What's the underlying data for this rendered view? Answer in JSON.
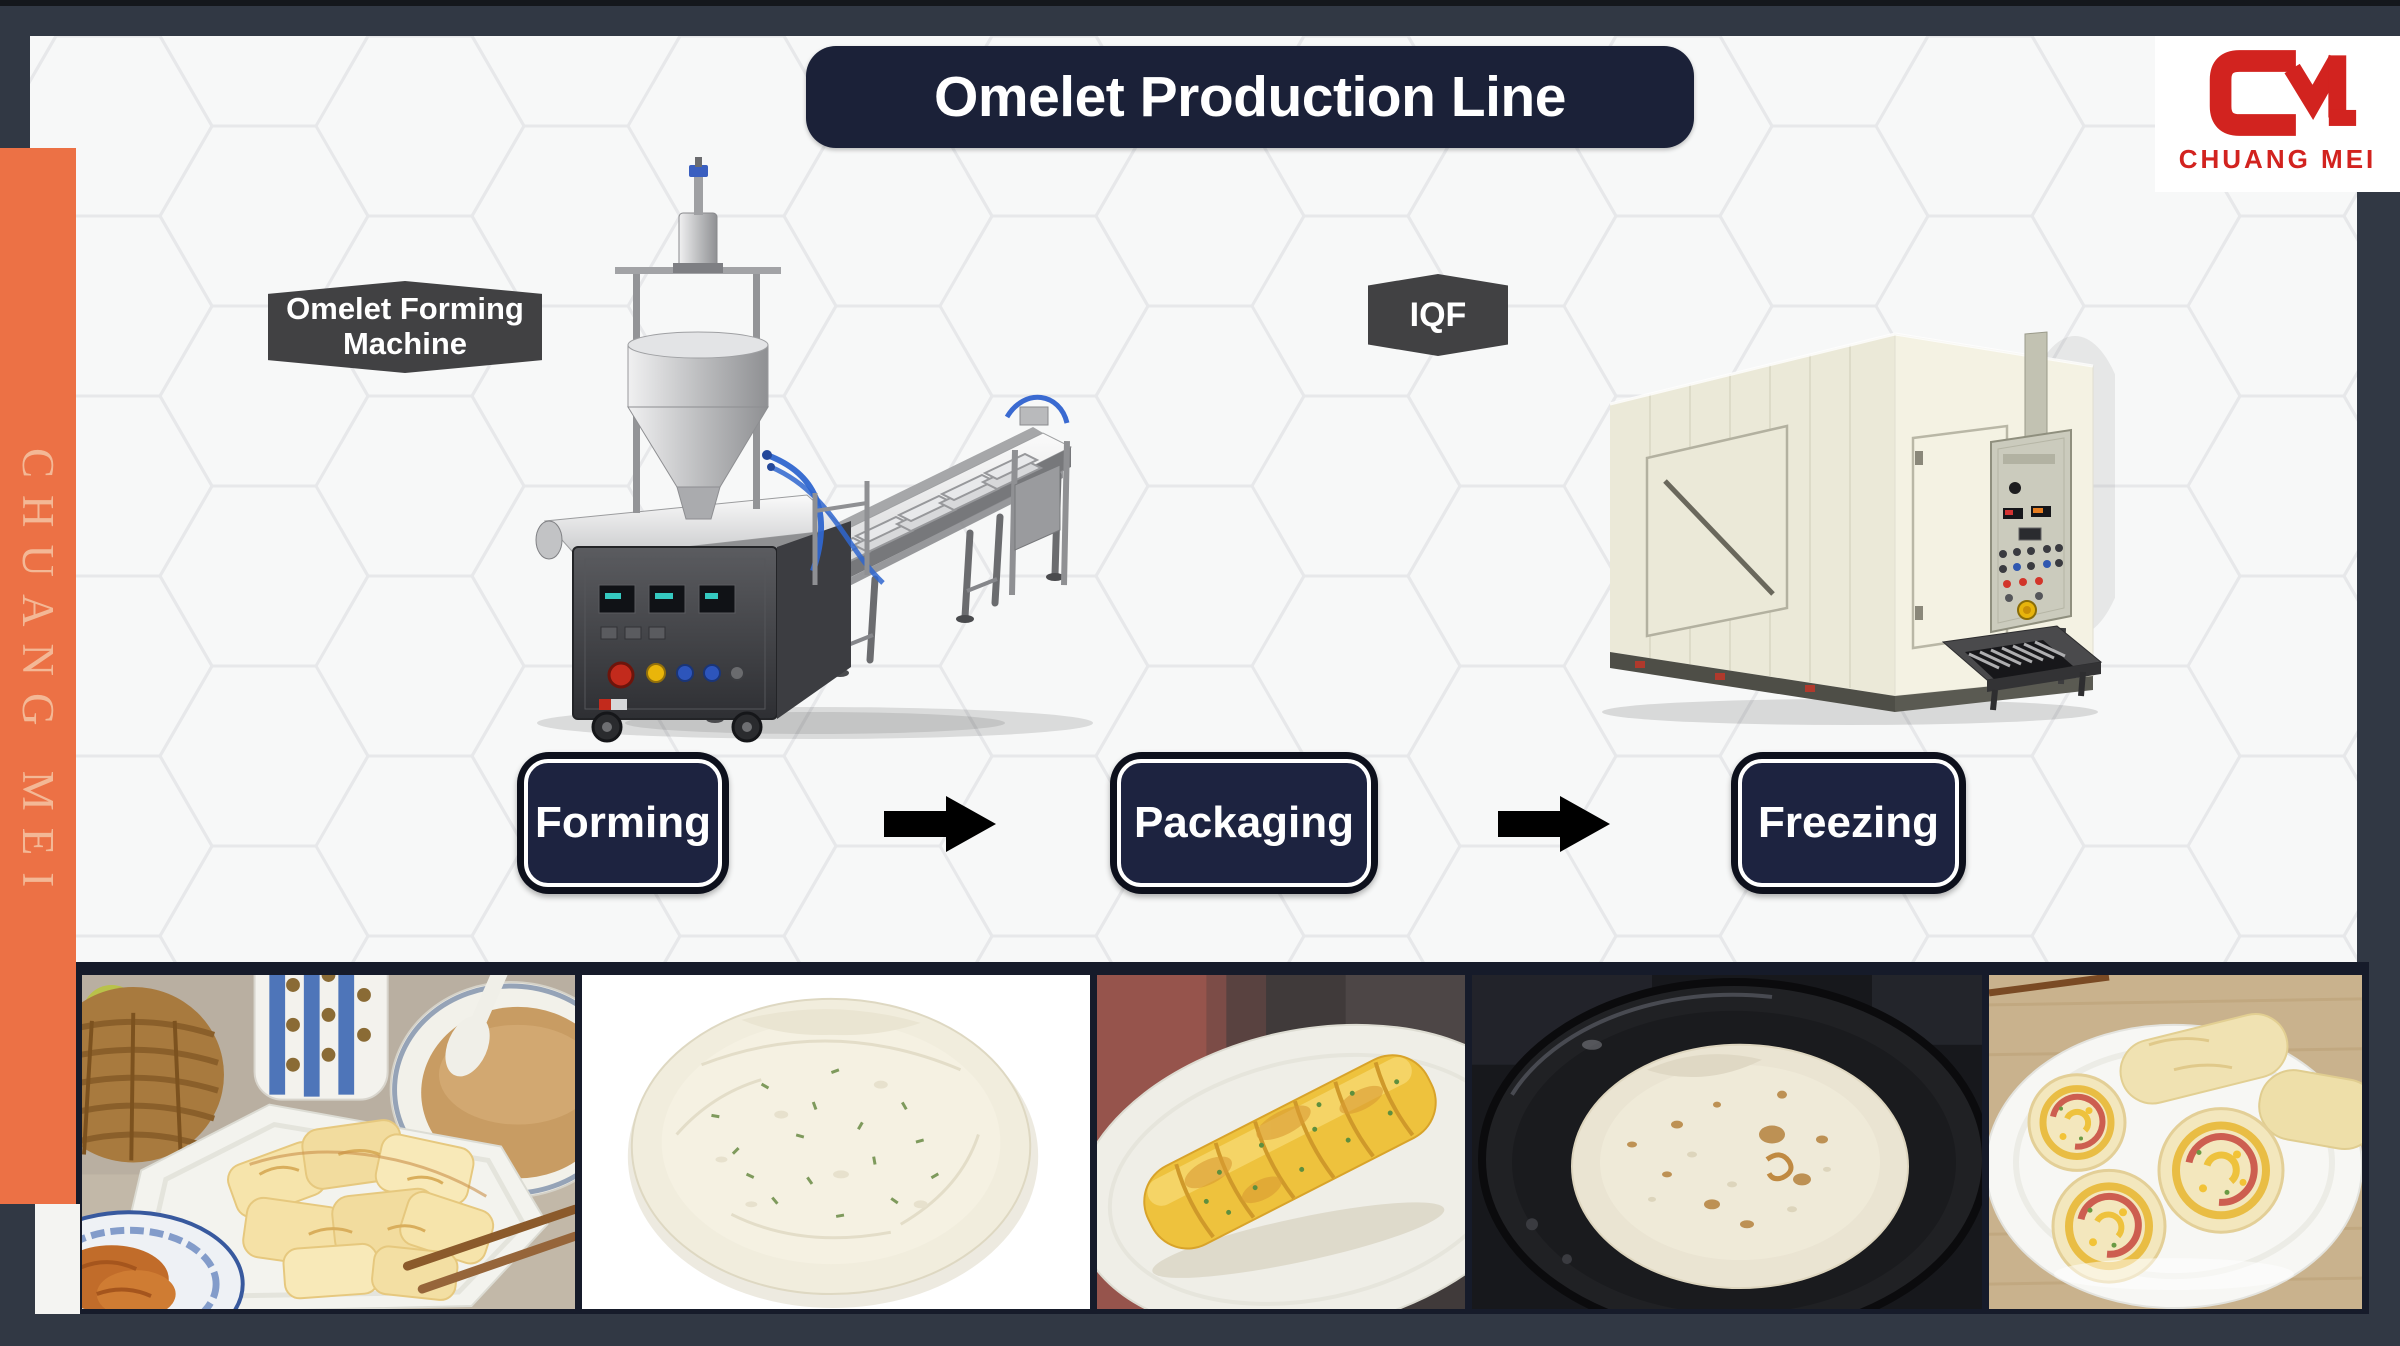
{
  "slide": {
    "title": "Omelet Production Line",
    "accent_color": "#ec7145",
    "panel_color": "#1b2138",
    "frame_color": "#313844",
    "badge_color": "#414143"
  },
  "brand": {
    "monogram": "CM",
    "name": "CHUANG MEI",
    "ribbon_text": "CHUANG MEI",
    "logo_color": "#d2231f"
  },
  "machines": {
    "forming": {
      "label_line1": "Omelet Forming",
      "label_line2": "Machine",
      "illustration": "omelet-forming-machine"
    },
    "freezer": {
      "label": "IQF",
      "illustration": "iqf-tunnel-freezer"
    }
  },
  "process": {
    "steps": [
      {
        "label": "Forming"
      },
      {
        "label": "Packaging"
      },
      {
        "label": "Freezing"
      }
    ],
    "arrow_icon": "right-arrow",
    "arrow_color": "#000000"
  },
  "gallery": {
    "photos": [
      {
        "name": "omelet-rolls-breakfast-photo"
      },
      {
        "name": "frozen-scallion-crepe-photo"
      },
      {
        "name": "scallion-omelet-roll-photo"
      },
      {
        "name": "crepe-in-frying-pan-photo"
      },
      {
        "name": "egg-roll-slices-photo"
      }
    ]
  }
}
